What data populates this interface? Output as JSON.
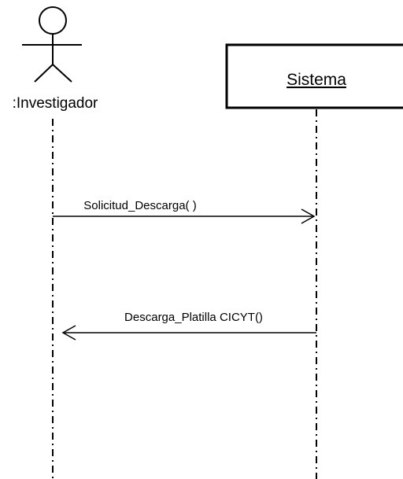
{
  "diagram": {
    "type": "sequence",
    "actor": {
      "label": ":Investigador"
    },
    "object": {
      "label": "Sistema"
    },
    "messages": [
      {
        "label": "Solicitud_Descarga( )",
        "direction": "actor-to-object"
      },
      {
        "label": "Descarga_Platilla CICYT()",
        "direction": "object-to-actor"
      }
    ]
  }
}
